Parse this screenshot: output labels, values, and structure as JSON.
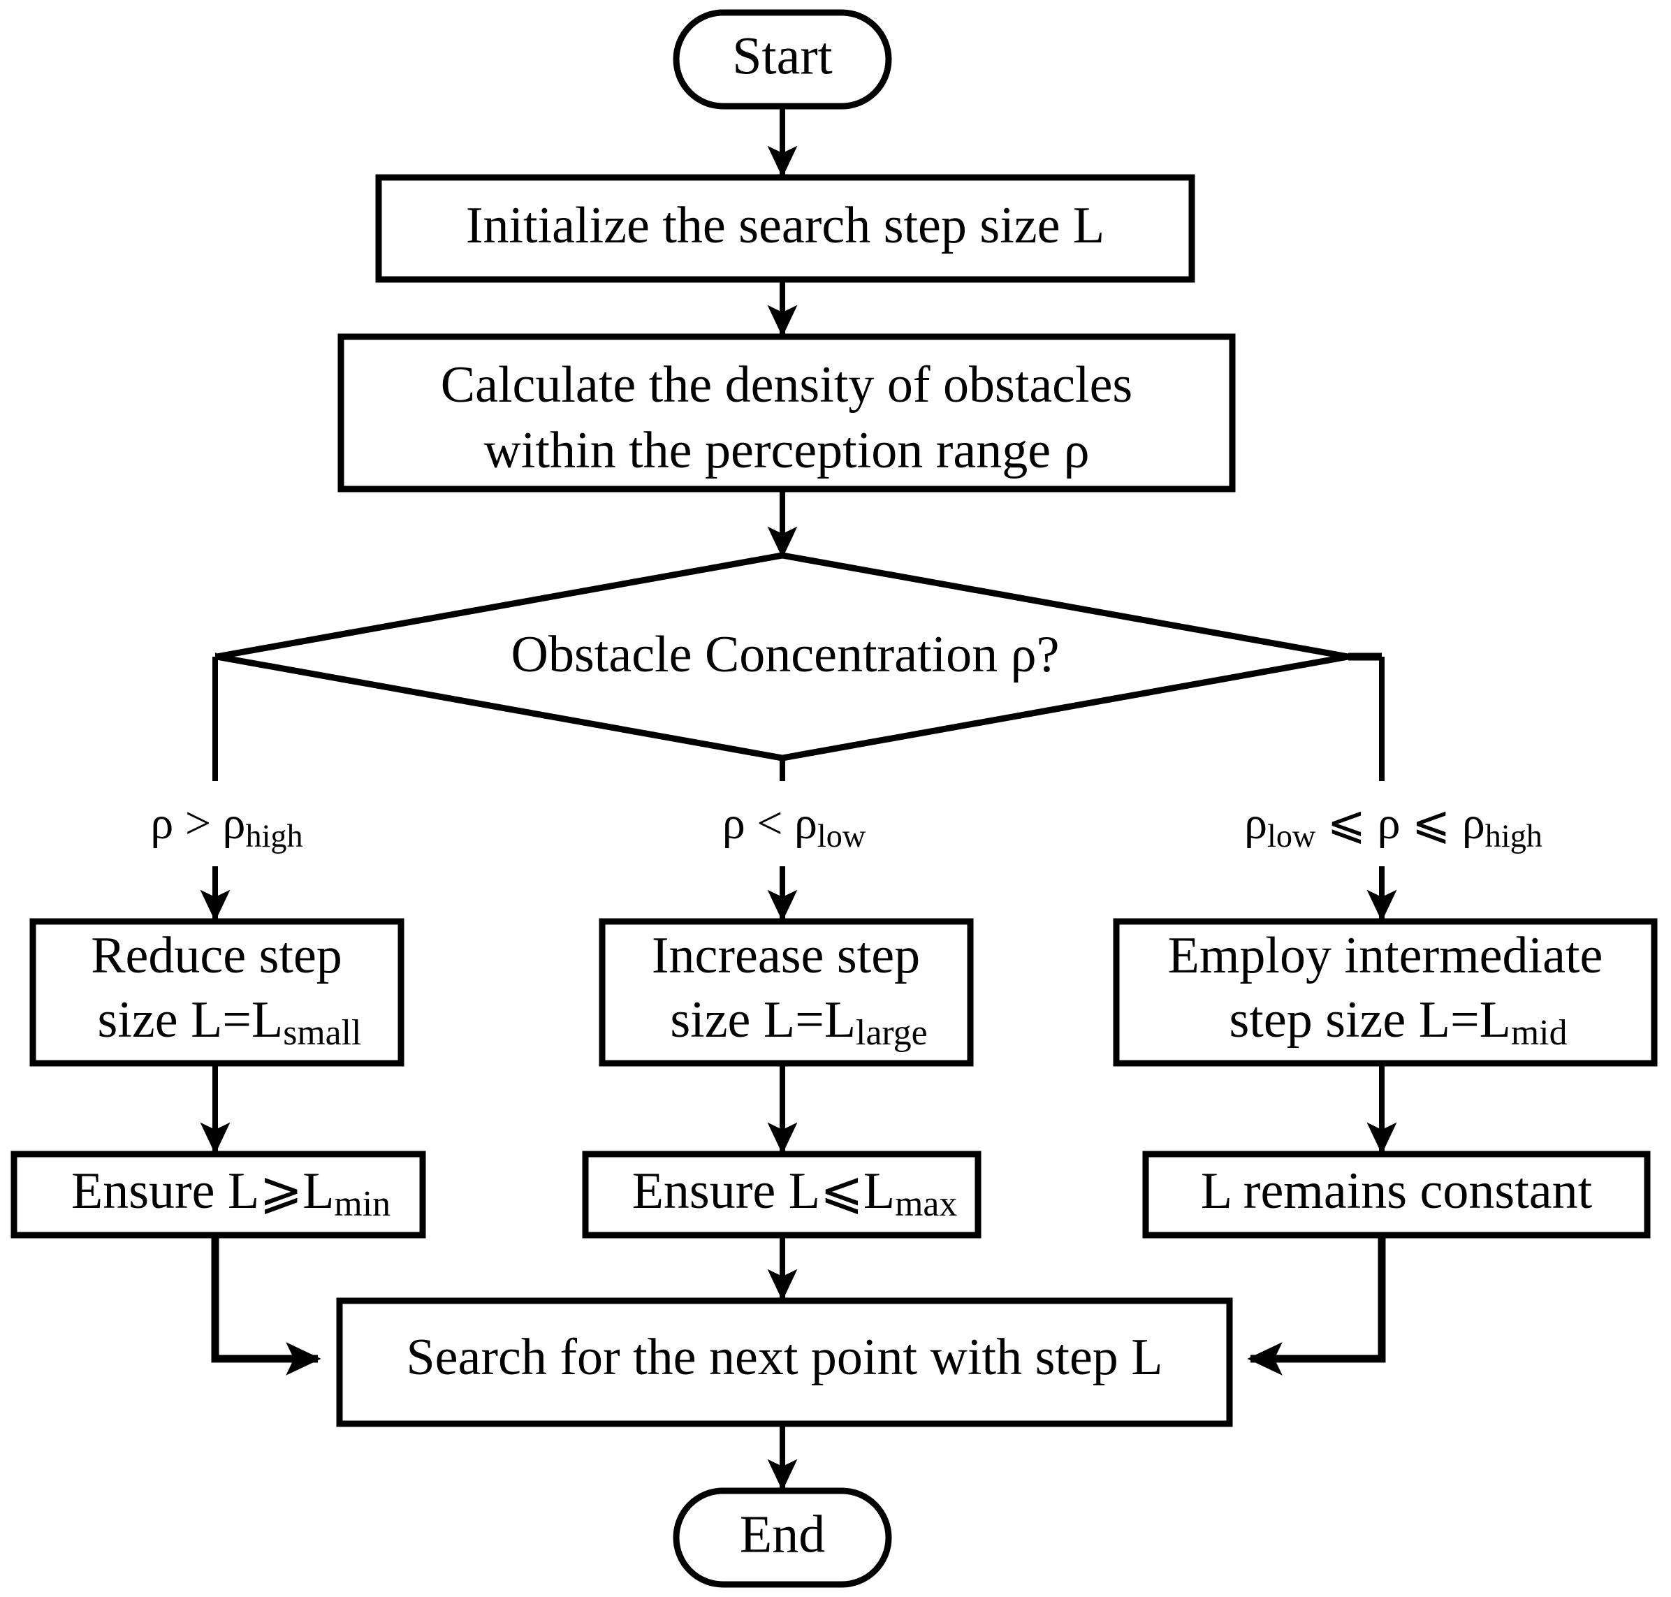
{
  "diagram": {
    "title": "Adaptive search step size flowchart",
    "background_color": "#ffffff",
    "line_color": "#000000"
  },
  "nodes": {
    "start": {
      "id": "start",
      "shape": "terminal",
      "label": "Start"
    },
    "init": {
      "id": "init",
      "shape": "process",
      "label": "Initialize the search step size L"
    },
    "density_l1": {
      "id": "density",
      "shape": "process",
      "label_line1": "Calculate the density of obstacles",
      "label_line2": "within the perception range ρ"
    },
    "decision": {
      "id": "decision",
      "shape": "decision",
      "label": "Obstacle Concentration ρ?"
    },
    "reduce": {
      "id": "reduce",
      "shape": "process",
      "label_line1": "Reduce step",
      "label_line2_pre": "size L=L",
      "label_line2_sub": "small"
    },
    "increase": {
      "id": "increase",
      "shape": "process",
      "label_line1": "Increase step",
      "label_line2_pre": "size L=L",
      "label_line2_sub": "large"
    },
    "intermediate": {
      "id": "intermediate",
      "shape": "process",
      "label_line1": "Employ intermediate",
      "label_line2_pre": "step size L=L",
      "label_line2_sub": "mid"
    },
    "ensure_min": {
      "id": "ensure-min",
      "shape": "process",
      "label_pre": "Ensure L⩾L",
      "label_sub": "min"
    },
    "ensure_max": {
      "id": "ensure-max",
      "shape": "process",
      "label_pre": "Ensure L⩽L",
      "label_sub": "max"
    },
    "constant": {
      "id": "constant",
      "shape": "process",
      "label": "L remains constant"
    },
    "search": {
      "id": "search",
      "shape": "process",
      "label": "Search for the next point with step L"
    },
    "end": {
      "id": "end",
      "shape": "terminal",
      "label": "End"
    }
  },
  "edge_labels": {
    "high": {
      "pre": "ρ > ρ",
      "sub": "high"
    },
    "low": {
      "pre": "ρ < ρ",
      "sub": "low"
    },
    "mid_a_sub": "low",
    "mid_mid": " ⩽ ρ ⩽ ρ",
    "mid_b_sub": "high",
    "mid_a_pre": "ρ"
  }
}
